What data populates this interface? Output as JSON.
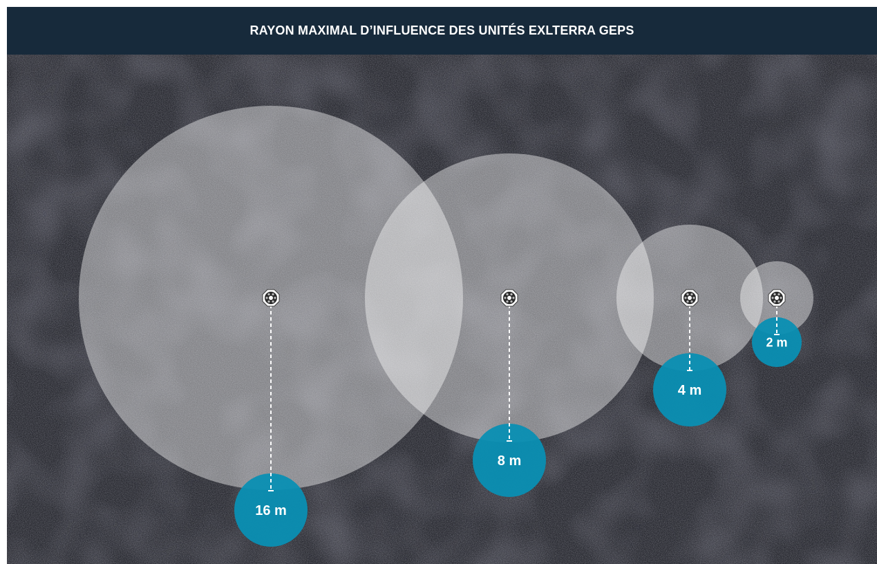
{
  "header": {
    "title": "RAYON MAXIMAL D’INFLUENCE DES UNITÉS EXLTERRA GEPS"
  },
  "colors": {
    "header_bg": "#172a3b",
    "soil_dark": "#2b2c33",
    "influence_zone": "#ffffff",
    "label_bubble": "#0a8fb3"
  },
  "units": [
    {
      "name": "unit-16m",
      "radius_m": 16,
      "label": "16 m",
      "icon": "geps-unit-icon"
    },
    {
      "name": "unit-8m",
      "radius_m": 8,
      "label": "8 m",
      "icon": "geps-unit-icon"
    },
    {
      "name": "unit-4m",
      "radius_m": 4,
      "label": "4 m",
      "icon": "geps-unit-icon"
    },
    {
      "name": "unit-2m",
      "radius_m": 2,
      "label": "2 m",
      "icon": "geps-unit-icon"
    }
  ]
}
